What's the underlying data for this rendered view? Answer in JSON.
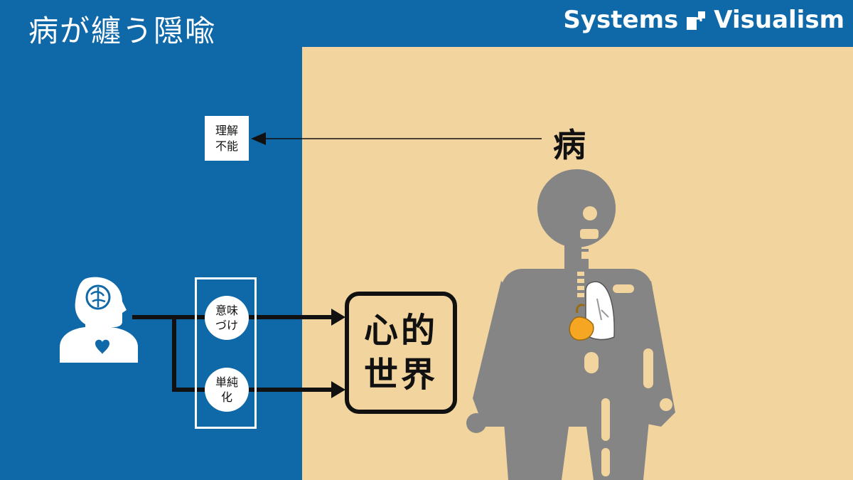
{
  "slide": {
    "title": "病が纏う隠喩",
    "logo": {
      "word1": "Systems",
      "word2": "Visualism"
    },
    "labels": {
      "incomprehensible_line1": "理解",
      "incomprehensible_line2": "不能",
      "disease": "病",
      "meaning_line1": "意味",
      "meaning_line2": "づけ",
      "simplify_line1": "単純",
      "simplify_line2": "化",
      "mind_line1": "心的",
      "mind_line2": "世界"
    },
    "icons": {
      "person": "person-with-brain-and-heart-icon",
      "body": "human-anatomy-icon",
      "logo_mark": "systems-visualism-logo-mark"
    },
    "colors": {
      "blue": "#0F68A8",
      "beige": "#F2D49F",
      "gray": "#858585",
      "organ_orange": "#F5A623",
      "black": "#111111",
      "white": "#FFFFFF"
    }
  }
}
